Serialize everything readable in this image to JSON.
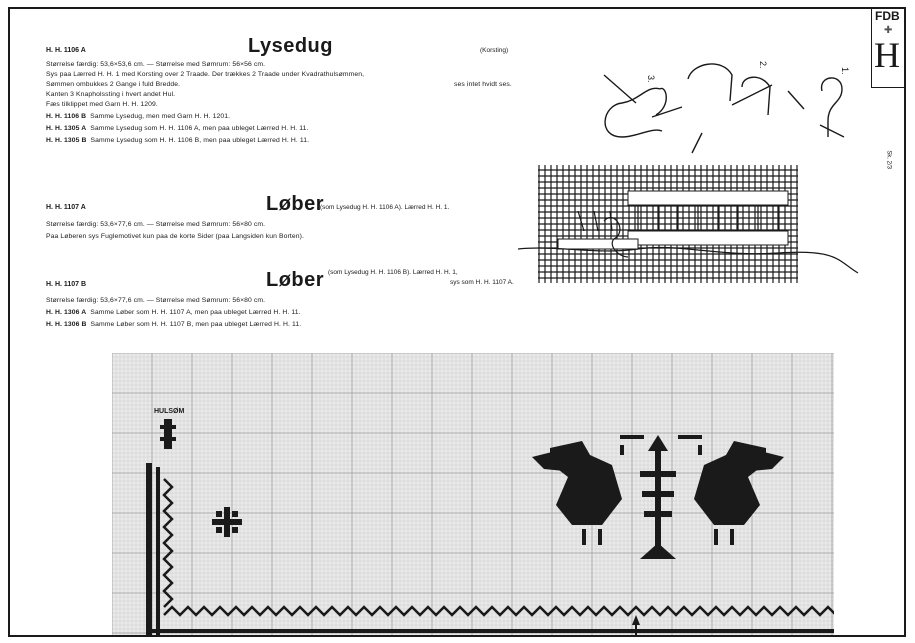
{
  "logo": {
    "top": "FDB",
    "mark": "H"
  },
  "side_note": "Sk. 2/3",
  "section1": {
    "code": "H. H. 1106 A",
    "title": "Lysedug",
    "tag": "(Korsting)",
    "lines": [
      "Størrelse færdig: 53,6×53,6 cm. — Størrelse med Sømrum: 56×56 cm.",
      "Sys paa Lærred H. H. 1 med Korsting over 2 Traade. Der trækkes 2 Traade under Kvadrathulsømmen,",
      "Sømmen ombukkes 2 Gange i fuld Bredde.",
      "Kanten 3 Knapholssting i hvert andet Hul.",
      "Fæs tilklippet med Garn H. H. 1209."
    ],
    "note_right": "ses intet hvidt ses.",
    "variants": [
      {
        "code": "H. H. 1106 B",
        "text": "Samme Lysedug, men med Garn H. H. 1201."
      },
      {
        "code": "H. H. 1305 A",
        "text": "Samme Lysedug som H. H. 1106 A, men paa ubleget Lærred H. H. 11."
      },
      {
        "code": "H. H. 1305 B",
        "text": "Samme Lysedug som H. H. 1106 B, men paa ubleget Lærred H. H. 11."
      }
    ]
  },
  "section2": {
    "code": "H. H. 1107 A",
    "title": "Løber",
    "suffix": "(som Lysedug H. H. 1106 A). Lærred H. H. 1.",
    "lines": [
      "Størrelse færdig: 53,6×77,6 cm. — Størrelse med Sømrum: 56×80 cm.",
      "Paa Løberen sys Fuglemotivet kun paa de korte Sider (paa Langsiden kun Borten)."
    ]
  },
  "section3": {
    "code": "H. H. 1107 B",
    "title": "Løber",
    "suffix": "(som Lysedug H. H. 1106 B). Lærred H. H. 1,",
    "suffix2": "sys som H. H. 1107 A.",
    "lines": [
      "Størrelse færdig: 53,6×77,6 cm. — Størrelse med Sømrum: 56×80 cm."
    ],
    "variants": [
      {
        "code": "H. H. 1306 A",
        "text": "Samme Løber som H. H. 1107 A, men paa ubleget Lærred H. H. 11."
      },
      {
        "code": "H. H. 1306 B",
        "text": "Samme Løber som H. H. 1107 B, men paa ubleget Lærred H. H. 11."
      }
    ]
  },
  "diagram": {
    "step_labels": [
      "3.",
      "2.",
      "1."
    ],
    "chart_label": "HULSØM",
    "colors": {
      "ink": "#1a1a1a",
      "grid": "#9a9a9a",
      "grid_fine": "#c8c8c8",
      "paper": "#e9e9e9"
    }
  }
}
